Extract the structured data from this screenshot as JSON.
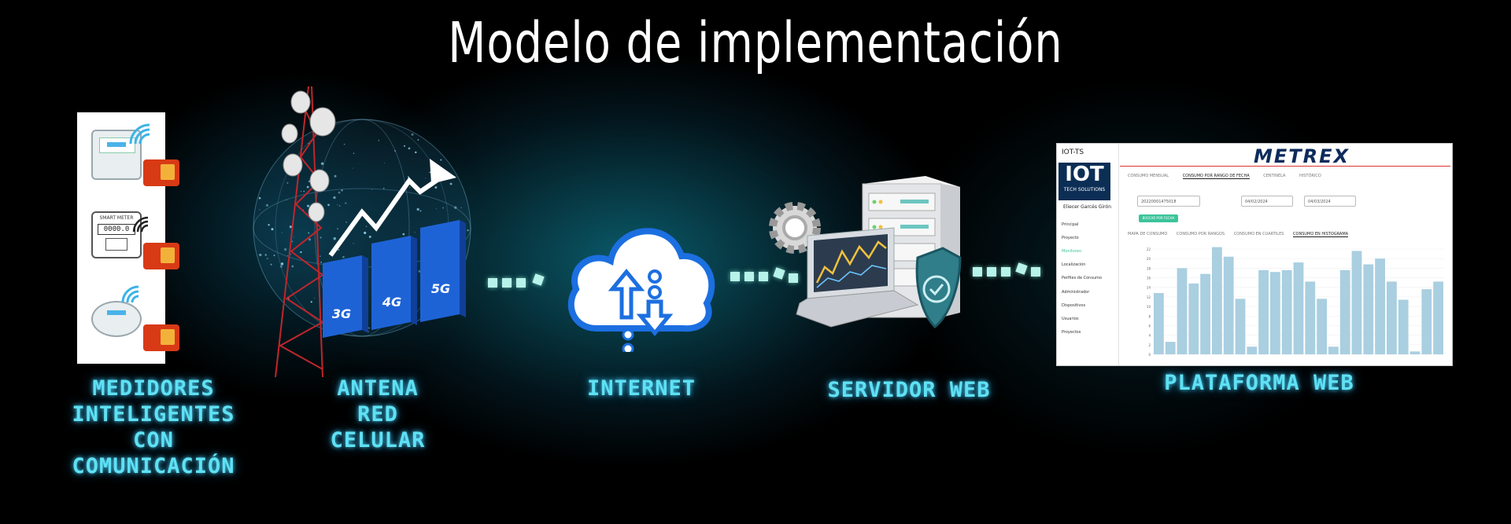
{
  "title": "Modelo de implementación",
  "labels": {
    "meters": [
      "MEDIDORES",
      "INTELIGENTES",
      "CON",
      "COMUNICACIÓN"
    ],
    "antenna": [
      "ANTENA",
      "RED",
      "CELULAR"
    ],
    "internet": "INTERNET",
    "server": "SERVIDOR WEB",
    "platform": "PLATAFORMA WEB"
  },
  "antenna_bars": [
    "3G",
    "4G",
    "5G"
  ],
  "meter_display": {
    "label": "SMART METER",
    "value": "0000.0"
  },
  "colors": {
    "label": "#5fe1f4",
    "dots": "#b7f3ea",
    "platform_brand": "#0d2b5c",
    "chart_bars": "#a9cfe0",
    "bar_blue": "#1e63d6"
  },
  "icons": [
    "gas-meter-icon",
    "sim-card-icon",
    "wifi-signal-icon",
    "cell-tower-icon",
    "globe-network-icon",
    "cloud-upload-download-icon",
    "server-rack-icon",
    "laptop-chart-icon",
    "gear-icon",
    "shield-check-icon"
  ],
  "platform": {
    "app_name": "IOT-TS",
    "logo_big": "IOT",
    "logo_small": "TECH SOLUTIONS",
    "user": "Eliecer Garcés Girón",
    "nav": [
      "Principal",
      "Proyecto",
      "Monitoreo",
      "Localización",
      "Perfiles de Consumo",
      "Administrador",
      "Dispositivos",
      "Usuarios",
      "Proyectos"
    ],
    "brand": "METREX",
    "tabs": [
      "CONSUMO MENSUAL",
      "CONSUMO POR RANGO DE FECHA",
      "CENTINELA",
      "HISTÓRICO"
    ],
    "device_select": "20220001475018",
    "date_from": "04/02/2024",
    "date_to": "04/03/2024",
    "search_button": "BUSCAR POR FECHA",
    "subtabs": [
      "MAPA DE CONSUMO",
      "CONSUMO POR RANGOS",
      "CONSUMO EN CUARTILES",
      "CONSUMO EN HISTOGRAMA"
    ]
  },
  "chart_data": {
    "type": "bar",
    "yticks": [
      0,
      2,
      4,
      6,
      8,
      10,
      12,
      14,
      16,
      18,
      20,
      22
    ],
    "ylim": [
      0,
      22
    ],
    "values": [
      12.8,
      2.6,
      18,
      14.8,
      16.8,
      22.4,
      20.4,
      11.6,
      1.6,
      17.6,
      17.2,
      17.6,
      19.2,
      15.2,
      11.6,
      1.6,
      17.6,
      21.6,
      18.8,
      20,
      15.2,
      11.4,
      0.6,
      13.6,
      15.2
    ]
  }
}
